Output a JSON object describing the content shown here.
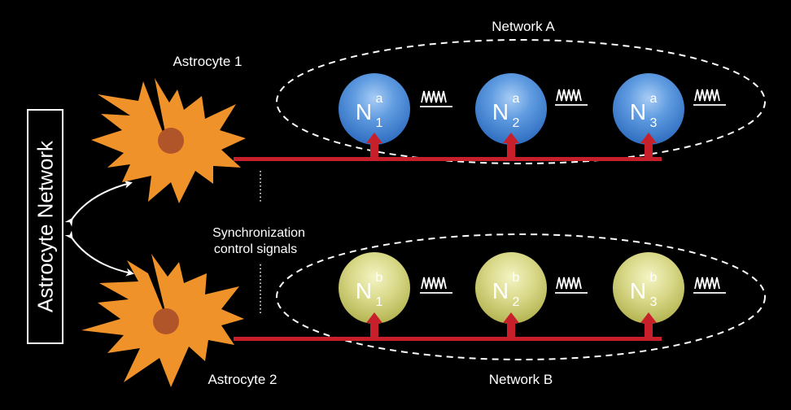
{
  "side_label": "Astrocyte Network",
  "astrocytes": [
    {
      "label": "Astrocyte 1"
    },
    {
      "label": "Astrocyte 2"
    }
  ],
  "center_label": [
    "Synchronization",
    "control signals"
  ],
  "networks": [
    {
      "label": "Network A",
      "neurons": [
        {
          "base": "N",
          "sup": "a",
          "sub": "1"
        },
        {
          "base": "N",
          "sup": "a",
          "sub": "2"
        },
        {
          "base": "N",
          "sup": "a",
          "sub": "3"
        }
      ]
    },
    {
      "label": "Network B",
      "neurons": [
        {
          "base": "N",
          "sup": "b",
          "sub": "1"
        },
        {
          "base": "N",
          "sup": "b",
          "sub": "2"
        },
        {
          "base": "N",
          "sup": "b",
          "sub": "3"
        }
      ]
    }
  ],
  "colors": {
    "background": "#000000",
    "astrocyte": "#f0922a",
    "astrocyte_nucleus": "#b0542a",
    "neuron_a": "#3f82d4",
    "neuron_b": "#c9c964",
    "signal_line": "#c8202a",
    "text": "#ffffff"
  },
  "icons": [
    "spike-train-icon",
    "up-arrow-icon",
    "double-arrow-icon"
  ]
}
